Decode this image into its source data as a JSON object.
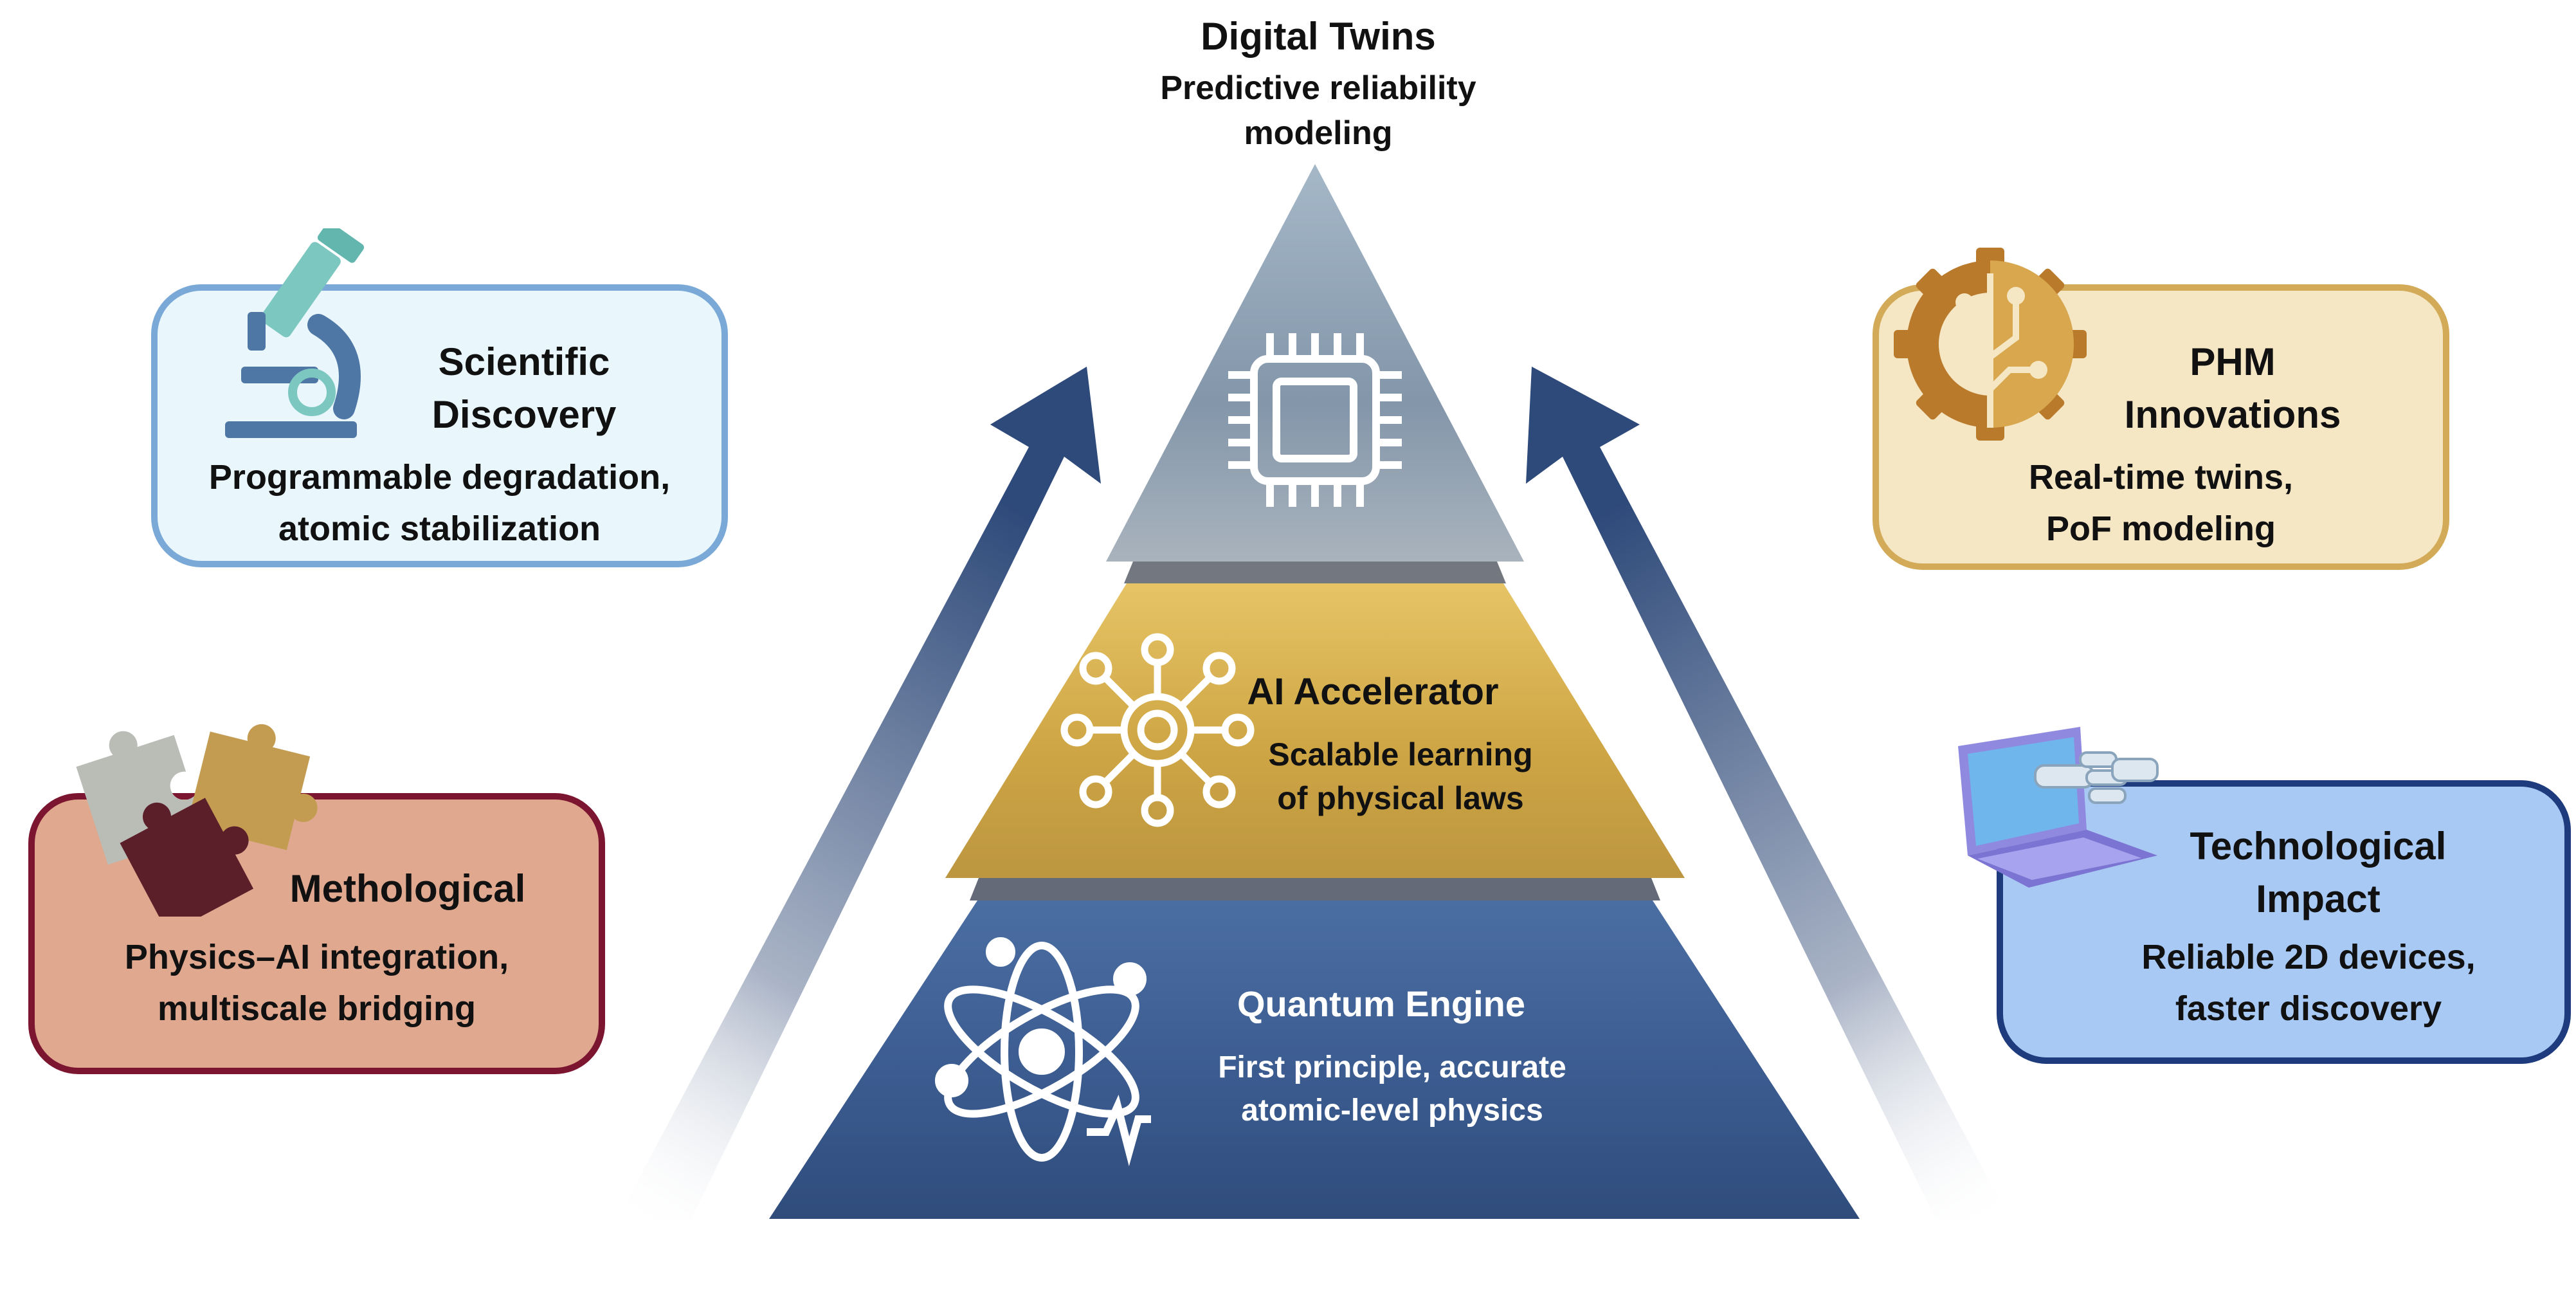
{
  "top": {
    "title": "Digital Twins",
    "subtitle_line1": "Predictive reliability",
    "subtitle_line2": "modeling"
  },
  "pyramid": {
    "top_icon": "cpu-chip-icon",
    "middle": {
      "title": "AI Accelerator",
      "line1": "Scalable learning",
      "line2": "of physical laws",
      "icon": "neural-network-icon"
    },
    "bottom": {
      "title": "Quantum Engine",
      "line1": "First principle, accurate",
      "line2": "atomic-level physics",
      "icon": "atom-icon"
    }
  },
  "cards": {
    "scientific": {
      "title_line1": "Scientific",
      "title_line2": "Discovery",
      "body_line1": "Programmable degradation,",
      "body_line2": "atomic stabilization",
      "icon": "microscope-icon"
    },
    "phm": {
      "title_line1": "PHM",
      "title_line2": "Innovations",
      "body_line1": "Real-time twins,",
      "body_line2": "PoF modeling",
      "icon": "gear-circuit-icon"
    },
    "methological": {
      "title": "Methological",
      "body_line1": "Physics–AI integration,",
      "body_line2": "multiscale bridging",
      "icon": "puzzle-icon"
    },
    "technological": {
      "title_line1": "Technological",
      "title_line2": "Impact",
      "body_line1": "Reliable 2D devices,",
      "body_line2": "faster discovery",
      "icon": "laptop-robot-hand-icon"
    }
  },
  "colors": {
    "top_tier": "#8fa7bb",
    "middle_tier": "#d6ae4f",
    "bottom_tier": "#3f6297",
    "arrow": "#3d5885",
    "scientific_border": "#7aa9d8",
    "phm_border": "#d2aa58",
    "methological_border": "#7c1530",
    "technological_border": "#1e3c7d"
  }
}
